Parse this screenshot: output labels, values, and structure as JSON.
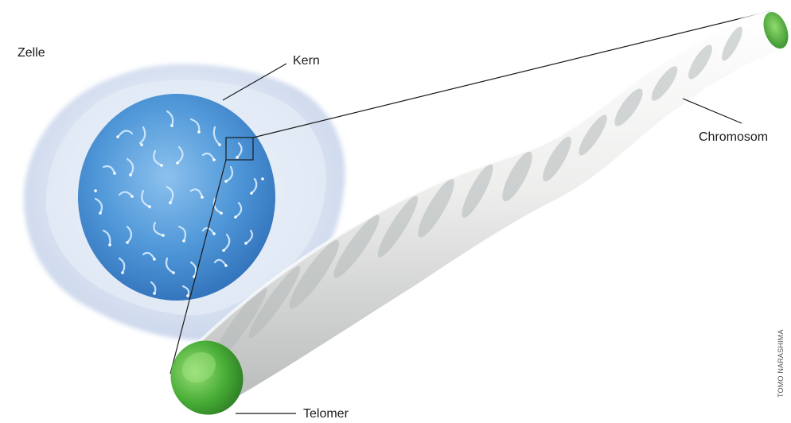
{
  "labels": {
    "cell": "Zelle",
    "nucleus": "Kern",
    "chromosome": "Chromosom",
    "telomere": "Telomer"
  },
  "credit": "TOMO NARASHIMA",
  "colors": {
    "cell_body": "#dbe4f3",
    "nucleus": "#4c93d6",
    "chromosome_body": "#e9ebe9",
    "chromosome_band": "#b9bdbd",
    "telomere": "#4fb43a",
    "leader_line": "#1a1a1a"
  },
  "icons": [
    "cell-illustration",
    "chromosome-illustration"
  ]
}
